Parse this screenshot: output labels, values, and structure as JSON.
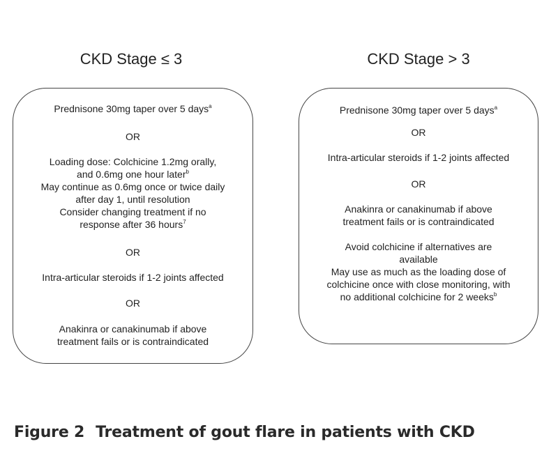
{
  "left": {
    "heading": "CKD Stage ≤ 3",
    "lines": [
      {
        "text": "Prednisone 30mg taper over 5 days",
        "sup": "a"
      },
      {
        "text": "OR",
        "sup": ""
      },
      {
        "text": "Loading dose:  Colchicine 1.2mg orally,",
        "sup": ""
      },
      {
        "text": "and 0.6mg one hour later",
        "sup": "b"
      },
      {
        "text": "May continue as 0.6mg once or twice daily",
        "sup": ""
      },
      {
        "text": "after day 1, until resolution",
        "sup": ""
      },
      {
        "text": "Consider changing treatment if no",
        "sup": ""
      },
      {
        "text": "response after 36 hours",
        "sup": "7"
      },
      {
        "text": "OR",
        "sup": ""
      },
      {
        "text": "Intra-articular steroids if 1-2 joints affected",
        "sup": ""
      },
      {
        "text": "OR",
        "sup": ""
      },
      {
        "text": "Anakinra or canakinumab if above",
        "sup": ""
      },
      {
        "text": "treatment fails or is contraindicated",
        "sup": ""
      }
    ]
  },
  "right": {
    "heading": "CKD Stage > 3",
    "lines": [
      {
        "text": "Prednisone 30mg taper over 5 days",
        "sup": "a"
      },
      {
        "text": "OR",
        "sup": ""
      },
      {
        "text": "Intra-articular steroids if 1-2 joints affected",
        "sup": ""
      },
      {
        "text": "OR",
        "sup": ""
      },
      {
        "text": "Anakinra or canakinumab if above",
        "sup": ""
      },
      {
        "text": "treatment fails or is contraindicated",
        "sup": ""
      },
      {
        "text": "Avoid colchicine if alternatives are",
        "sup": ""
      },
      {
        "text": "available",
        "sup": ""
      },
      {
        "text": "May use as much as the loading dose of",
        "sup": ""
      },
      {
        "text": "colchicine once with close monitoring, with",
        "sup": ""
      },
      {
        "text": "no additional colchicine for 2 weeks",
        "sup": "b"
      }
    ]
  },
  "caption": {
    "label": "Figure 2",
    "text": "Treatment of gout flare in patients with CKD"
  }
}
